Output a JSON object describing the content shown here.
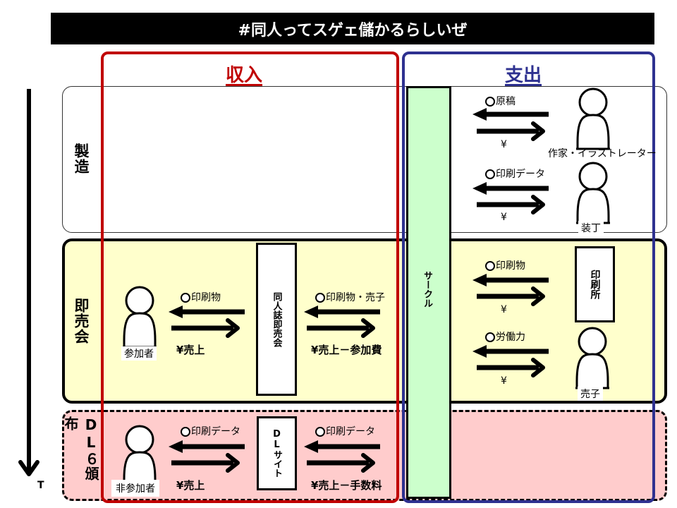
{
  "title": "#同人ってスゲェ儲かるらしいぜ",
  "columns": {
    "income": {
      "label": "収入",
      "color": "#c00000"
    },
    "expense": {
      "label": "支出",
      "color": "#2e3190"
    }
  },
  "timeline": {
    "axis_label": "T"
  },
  "phases": {
    "manufacturing": {
      "label": "製造",
      "background": "#ffffff"
    },
    "event": {
      "label": "即売会",
      "background": "#ffffcc"
    },
    "dl": {
      "label": "DL６頒布",
      "background": "#ffcccc"
    }
  },
  "circle": {
    "label": "サークル",
    "background": "#ccffcc"
  },
  "manufacturing": {
    "flows": [
      {
        "partner": "作家・イラストレーター",
        "goods": "原稿",
        "money": "¥"
      },
      {
        "partner": "装丁",
        "goods": "印刷データ",
        "money": "¥"
      }
    ]
  },
  "event": {
    "venue": "同人誌即売会",
    "attendee": "参加者",
    "attendee_goods": "印刷物",
    "attendee_money": "¥売上",
    "circle_goods": "印刷物・売子",
    "circle_money": "¥売上－参加費",
    "expense_flows": [
      {
        "partner": "印刷所",
        "goods": "印刷物",
        "money": "¥"
      },
      {
        "partner": "売子",
        "goods": "労働力",
        "money": "¥"
      }
    ]
  },
  "dl": {
    "site": "DLサイト",
    "buyer": "非参加者",
    "buyer_goods": "印刷データ",
    "buyer_money": "¥売上",
    "circle_goods": "印刷データ",
    "circle_money": "¥売上－手数料"
  }
}
